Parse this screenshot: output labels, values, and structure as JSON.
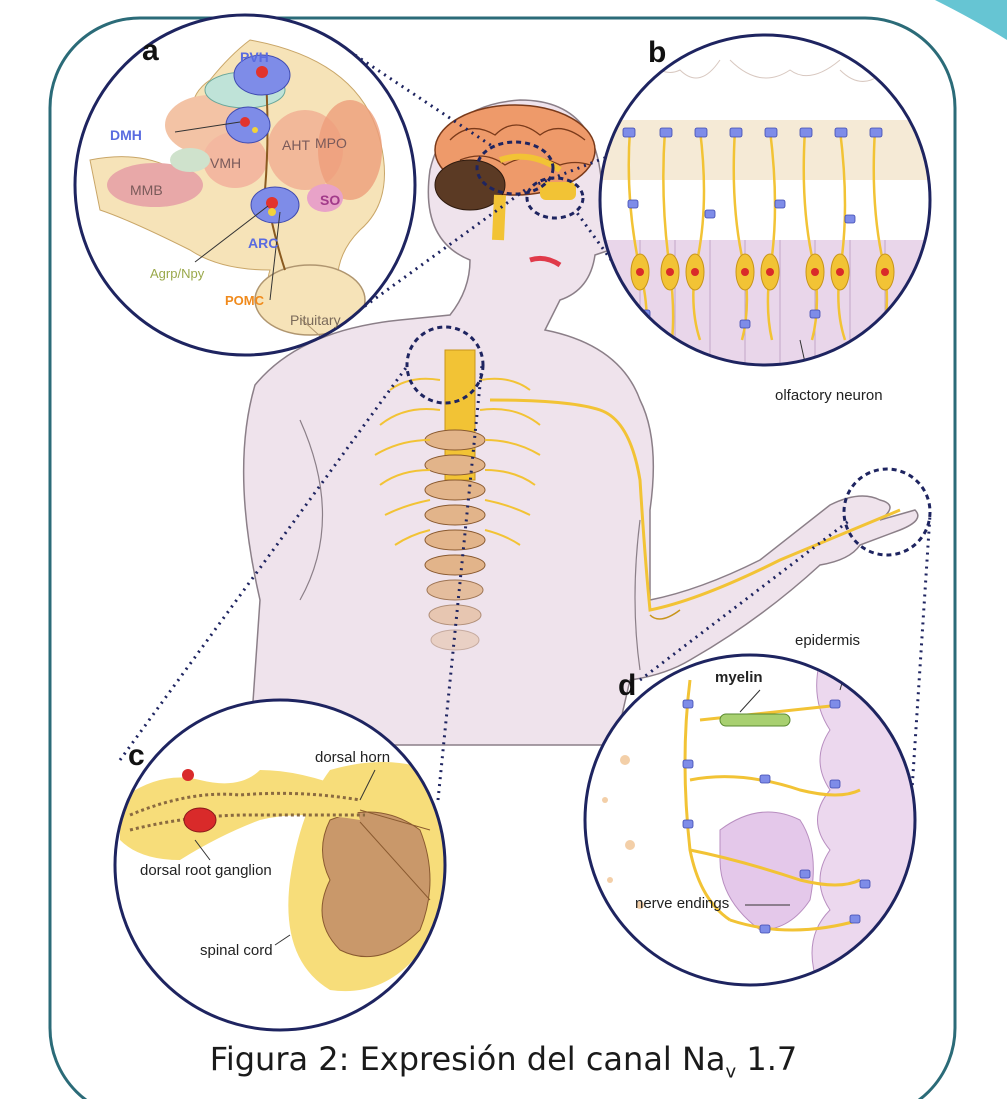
{
  "panels": {
    "a": "a",
    "b": "b",
    "c": "c",
    "d": "d"
  },
  "labels_a": {
    "pvh": "PVH",
    "dmh": "DMH",
    "vmh": "VMH",
    "aht": "AHT",
    "mpo": "MPO",
    "mmb": "MMB",
    "so": "SO",
    "arc": "ARC",
    "agrp": "Agrp/Npy",
    "pomc": "POMC",
    "pituitary": "Pituitary"
  },
  "labels_b": {
    "olfactory": "olfactory neuron"
  },
  "labels_c": {
    "dorsal_horn": "dorsal horn",
    "drg": "dorsal root ganglion",
    "spinal_cord": "spinal cord"
  },
  "labels_d": {
    "myelin": "myelin",
    "epidermis": "epidermis",
    "nerve_endings": "nerve endings"
  },
  "caption": {
    "prefix": "Figura 2: Expresión del canal Na",
    "sub": "v",
    "suffix": " 1.7"
  },
  "colors": {
    "frame": "#2b6b78",
    "corner": "#66c5d3",
    "body": "#efe3ec",
    "nerve": "#f2c335",
    "circle": "#1e2460",
    "blue_label": "#5a6be0",
    "orange_label": "#f08a1c",
    "green_label": "#9aa84a"
  }
}
